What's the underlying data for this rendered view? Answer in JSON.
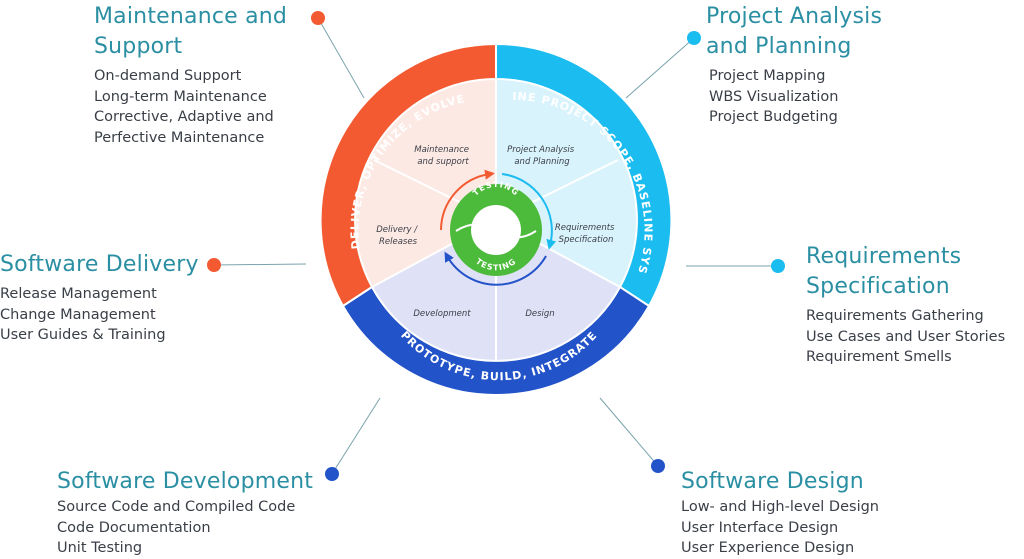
{
  "colors": {
    "heading": "#2b8fa3",
    "text": "#3a3f47",
    "orange": "#f35a31",
    "orange_light": "#fde9e4",
    "cyan": "#1bbcef",
    "cyan_light": "#d9f3fc",
    "blue": "#2353c9",
    "blue_light": "#dfe1f6",
    "green": "#4cba3a"
  },
  "ring_labels": {
    "orange": "DELIVER, OPTIMIZE, EVOLVE",
    "cyan": "DEFINE PROJECT SCOPE, BASELINE SYSTEM",
    "blue": "PROTOTYPE, BUILD, INTEGRATE"
  },
  "inner_labels": {
    "maintenance": [
      "Maintenance",
      "and support"
    ],
    "analysis": [
      "Project Analysis",
      "and Planning"
    ],
    "requirements": [
      "Requirements",
      "Specification"
    ],
    "design": [
      "Design"
    ],
    "development": [
      "Development"
    ],
    "delivery": [
      "Delivery /",
      "Releases"
    ]
  },
  "center": {
    "top_label": "TESTING",
    "bottom_label": "TESTING"
  },
  "blocks": {
    "maintenance": {
      "title_lines": [
        "Maintenance and",
        "Support"
      ],
      "items": [
        "On-demand Support",
        "Long-term Maintenance",
        "Corrective, Adaptive and",
        "Perfective Maintenance"
      ],
      "icon": "orange-dot"
    },
    "analysis": {
      "title_lines": [
        "Project Analysis",
        "and Planning"
      ],
      "items": [
        "Project Mapping",
        "WBS Visualization",
        "Project Budgeting"
      ],
      "icon": "cyan-dot"
    },
    "delivery": {
      "title_lines": [
        "Software Delivery"
      ],
      "items": [
        "Release Management",
        "Change Management",
        "User Guides & Training"
      ],
      "icon": "orange-dot"
    },
    "requirements": {
      "title_lines": [
        "Requirements",
        "Specification"
      ],
      "items": [
        "Requirements Gathering",
        "Use Cases and User Stories",
        "Requirement Smells"
      ],
      "icon": "cyan-dot"
    },
    "development": {
      "title_lines": [
        "Software Development"
      ],
      "items": [
        "Source Code and Compiled Code",
        "Code Documentation",
        "Unit Testing"
      ],
      "icon": "blue-dot"
    },
    "design": {
      "title_lines": [
        "Software Design"
      ],
      "items": [
        "Low- and High-level Design",
        "User Interface Design",
        "User Experience Design"
      ],
      "icon": "blue-dot"
    }
  }
}
